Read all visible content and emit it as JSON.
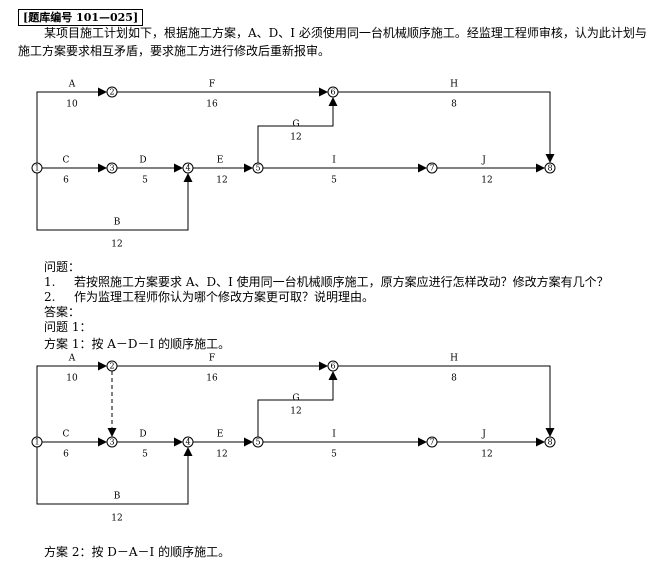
{
  "header": "[题库编号 101—025]",
  "intro_line1": "某项目施工计划如下，根据施工方案，A、D、I 必须使用同一台机械顺序施工。经监理工程师审核，认为此计划与",
  "intro_line2": "施工方案要求相互矛盾，要求施工方进行修改后重新报审。",
  "questions_title": "问题：",
  "q1_num": "1.",
  "q1_text": "若按照施工方案要求 A、D、I 使用同一台机械顺序施工，原方案应进行怎样改动？修改方案有几个？",
  "q2_num": "2.",
  "q2_text": "作为监理工程师你认为哪个修改方案更可取？说明理由。",
  "answer_title": "答案：",
  "answer_q1": "问题 1：",
  "plan1": "方案 1：按 A－D－I 的顺序施工。",
  "plan2": "方案 2：按 D－A－I 的顺序施工。",
  "network": {
    "nodes": [
      "1",
      "2",
      "3",
      "4",
      "5",
      "6",
      "7",
      "8"
    ],
    "activities": [
      {
        "name": "A",
        "duration": "10",
        "from": "1",
        "to": "2"
      },
      {
        "name": "F",
        "duration": "16",
        "from": "2",
        "to": "6"
      },
      {
        "name": "H",
        "duration": "8",
        "from": "6",
        "to": "8"
      },
      {
        "name": "G",
        "duration": "12",
        "from": "5",
        "to": "6"
      },
      {
        "name": "C",
        "duration": "6",
        "from": "1",
        "to": "3"
      },
      {
        "name": "D",
        "duration": "5",
        "from": "3",
        "to": "4"
      },
      {
        "name": "E",
        "duration": "12",
        "from": "4",
        "to": "5"
      },
      {
        "name": "I",
        "duration": "5",
        "from": "5",
        "to": "7"
      },
      {
        "name": "J",
        "duration": "12",
        "from": "7",
        "to": "8"
      },
      {
        "name": "B",
        "duration": "12",
        "from": "1",
        "to": "4"
      }
    ],
    "dummy_in_plan1": {
      "from": "2",
      "to": "3"
    }
  }
}
